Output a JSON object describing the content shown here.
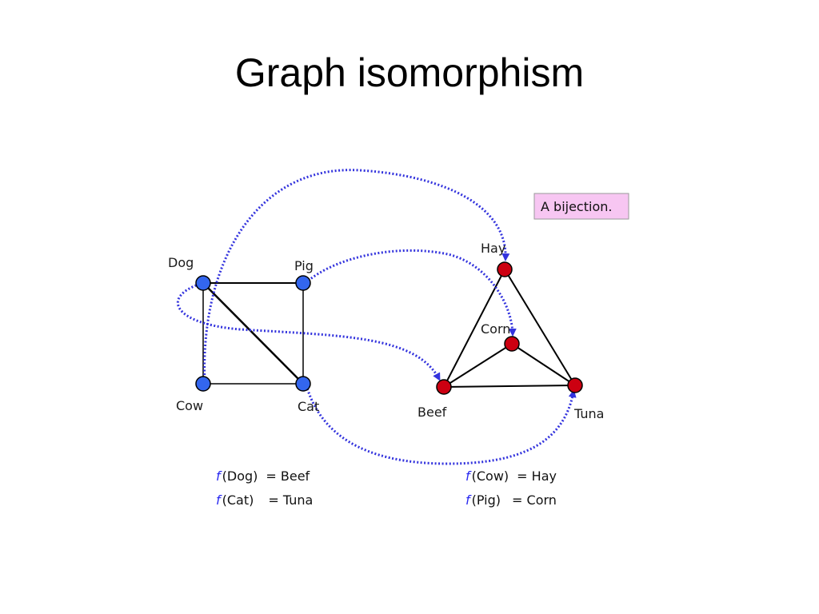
{
  "title": "Graph isomorphism",
  "callout": "A bijection.",
  "colors": {
    "left_node": "#3366ee",
    "right_node": "#cc0011",
    "edge": "#000000",
    "mapping_arrow": "#3333dd",
    "callout_bg": "#f7c6f2"
  },
  "left_graph": {
    "nodes": [
      {
        "id": "dog",
        "label": "Dog"
      },
      {
        "id": "pig",
        "label": "Pig"
      },
      {
        "id": "cow",
        "label": "Cow"
      },
      {
        "id": "cat",
        "label": "Cat"
      }
    ],
    "edges": [
      [
        "dog",
        "pig"
      ],
      [
        "pig",
        "cat"
      ],
      [
        "dog",
        "cow"
      ],
      [
        "cow",
        "cat"
      ],
      [
        "dog",
        "cat"
      ]
    ]
  },
  "right_graph": {
    "nodes": [
      {
        "id": "hay",
        "label": "Hay"
      },
      {
        "id": "corn",
        "label": "Corn"
      },
      {
        "id": "beef",
        "label": "Beef"
      },
      {
        "id": "tuna",
        "label": "Tuna"
      }
    ],
    "edges": [
      [
        "hay",
        "beef"
      ],
      [
        "hay",
        "tuna"
      ],
      [
        "beef",
        "tuna"
      ],
      [
        "corn",
        "beef"
      ],
      [
        "corn",
        "tuna"
      ]
    ]
  },
  "mappings": [
    {
      "f": "f",
      "arg": "(Dog)",
      "eq": "= Beef"
    },
    {
      "f": "f",
      "arg": "(Cat)",
      "eq": "= Tuna"
    },
    {
      "f": "f",
      "arg": "(Cow)",
      "eq": "= Hay"
    },
    {
      "f": "f",
      "arg": "(Pig)",
      "eq": "= Corn"
    }
  ]
}
